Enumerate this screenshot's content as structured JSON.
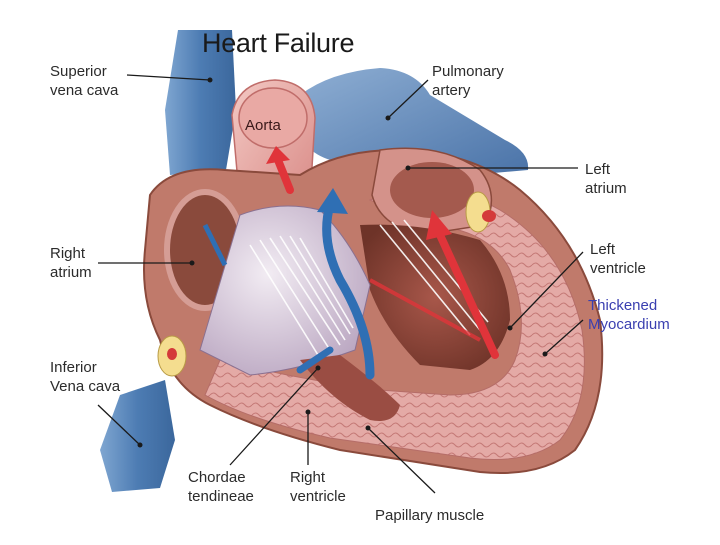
{
  "title": "Heart Failure",
  "labels": {
    "superior_vena_cava": [
      "Superior",
      "vena cava"
    ],
    "pulmonary_artery": [
      "Pulmonary",
      "artery"
    ],
    "aorta": "Aorta",
    "left_atrium": [
      "Left",
      "atrium"
    ],
    "right_atrium": [
      "Right",
      "atrium"
    ],
    "left_ventricle": [
      "Left",
      "ventricle"
    ],
    "thickened_myocardium": [
      "Thickened",
      "Myocardium"
    ],
    "inferior_vena_cava": [
      "Inferior",
      "Vena cava"
    ],
    "chordae_tendineae": [
      "Chordae",
      "tendineae"
    ],
    "right_ventricle": [
      "Right",
      "ventricle"
    ],
    "papillary_muscle": "Papillary muscle"
  },
  "colors": {
    "myocardium": "#d89a95",
    "muscle_tissue": "#e8b3ad",
    "chamber_dark": "#8a4a3c",
    "oxygenated_arrow": "#e0343a",
    "deoxygenated_arrow": "#2f6fb4",
    "vein_blue": "#5b87b8",
    "thickened_label": "#3a3fb0"
  }
}
